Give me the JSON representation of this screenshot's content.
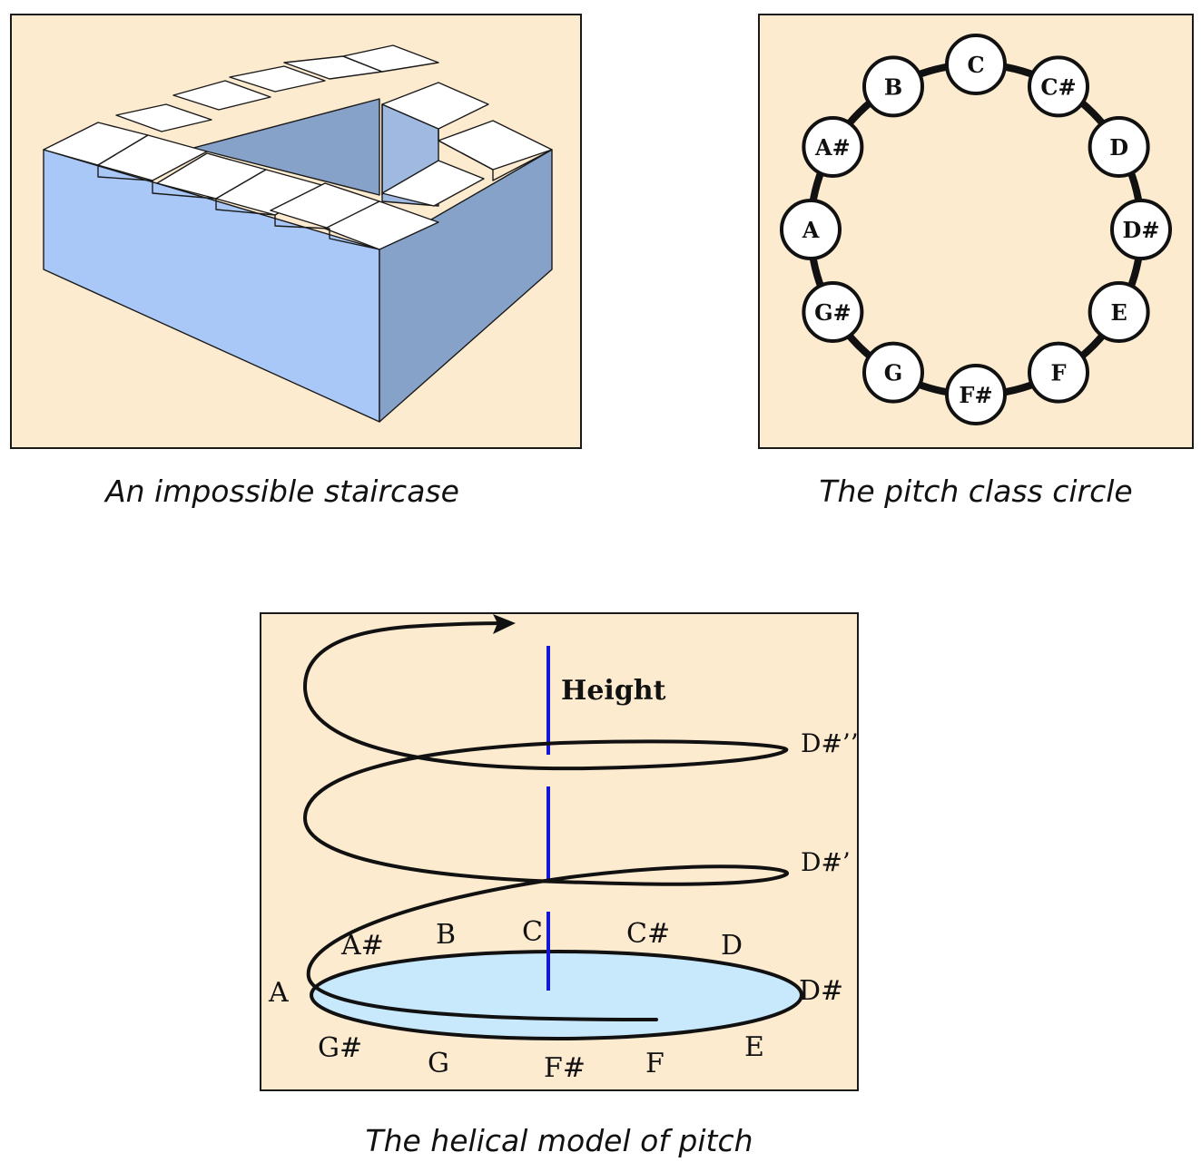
{
  "captions": {
    "staircase": "An impossible staircase",
    "circle": "The pitch class circle",
    "helix": "The helical model of pitch"
  },
  "colors": {
    "panel_bg": "#fdebd0",
    "stair_front": "#a9c8f7",
    "stair_side": "#87a2c9",
    "stair_top": "#ffffff",
    "helix_axis": "#1515d6",
    "helix_disk": "#c8e8fb"
  },
  "pitch_circle": {
    "notes": [
      "C",
      "C#",
      "D",
      "D#",
      "E",
      "F",
      "F#",
      "G",
      "G#",
      "A",
      "A#",
      "B"
    ]
  },
  "helix": {
    "axis_label": "Height",
    "upper_labels": [
      "D#’’",
      "D#’"
    ],
    "base_notes": [
      "A",
      "A#",
      "B",
      "C",
      "C#",
      "D",
      "D#",
      "E",
      "F",
      "F#",
      "G",
      "G#"
    ]
  }
}
